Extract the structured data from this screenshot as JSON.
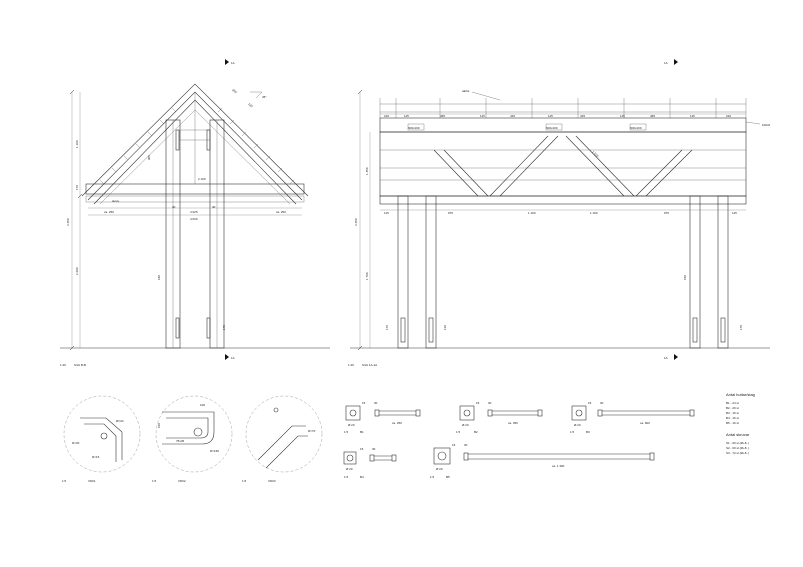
{
  "sheet": {
    "section_marks": {
      "left_top": "1A",
      "left_bottom": "1A",
      "right_top": "1A",
      "right_bottom": "1A"
    },
    "views": {
      "left": {
        "scale": "1:20",
        "label": "Snitt B-B"
      },
      "right": {
        "scale": "1:20",
        "label": "Snitt 1A-1A"
      }
    },
    "left_dims": {
      "total_height": "3 450",
      "lower_height": "2 200",
      "upper_height": "1 100",
      "small_a": "170",
      "small_b": "170",
      "base_a": "40",
      "base_b": "40",
      "width_a": "4 025",
      "width_b": "4 000",
      "eave_left": "ca. 250",
      "eave_right": "ca. 250",
      "slope": "45°",
      "mid_a": "2 100",
      "mid_b": "905",
      "rafter_a": "200",
      "rafter_b": "120",
      "post_label": "180",
      "note": "skruv"
    },
    "right_dims": {
      "total_height": "3 450",
      "lower_height": "1 700",
      "mid_height": "1 450",
      "small_a": "170",
      "small_b": "170",
      "label_top": "takfot",
      "label_side": "100x0",
      "spans": [
        "115",
        "975",
        "1 160",
        "1 160",
        "975",
        "115"
      ],
      "top_spans": [
        "210",
        "115",
        "465",
        "115",
        "415",
        "115",
        "415",
        "115",
        "465",
        "115",
        "210"
      ],
      "diag": "1 570",
      "tag_a": "600x100",
      "tag_b": "600x100",
      "tag_c": "600x100",
      "post_h": "150",
      "post_h2": "130"
    },
    "details": [
      {
        "scale": "1:5",
        "name": "VD01",
        "dim_a": "Ø=20",
        "dim_b": "R=15",
        "dim_c": "R=30"
      },
      {
        "scale": "1:5",
        "name": "VD02",
        "dim_a": "100",
        "dim_b": "100",
        "dim_c": "R=150",
        "dim_d": "75x45"
      },
      {
        "scale": "1:5",
        "name": "VD03",
        "dim_a": "R=70"
      }
    ],
    "bolts": [
      {
        "scale": "1:5",
        "name": "B1",
        "head": "Ø 20",
        "len": "ca. 250",
        "d": "15",
        "e": "30"
      },
      {
        "scale": "1:5",
        "name": "B2",
        "head": "Ø 20",
        "len": "ca. 350",
        "d": "15",
        "e": "30"
      },
      {
        "scale": "1:5",
        "name": "B3",
        "head": "Ø 20",
        "len": "ca. 600",
        "d": "15",
        "e": "30"
      },
      {
        "scale": "1:5",
        "name": "B4",
        "head": "Ø 20",
        "len": "",
        "d": "15",
        "e": "30"
      },
      {
        "scale": "1:5",
        "name": "B5",
        "head": "Ø 20",
        "len": "ca. 1 300",
        "d": "15",
        "e": "30"
      }
    ],
    "legend": {
      "title_a": "Antal bultar/stag",
      "items_a": [
        "B1 - 24 st",
        "B2 - 20 st",
        "B3 - 16 st",
        "B4 - 16 st",
        "B5 - 16 st"
      ],
      "title_b": "Antal skruvar",
      "items_b": [
        "S1 - 60 st (Ø+8..)",
        "S2 - 60 st (Ø+8..)",
        "S3 - 72 st (Ø+8..)"
      ]
    }
  }
}
